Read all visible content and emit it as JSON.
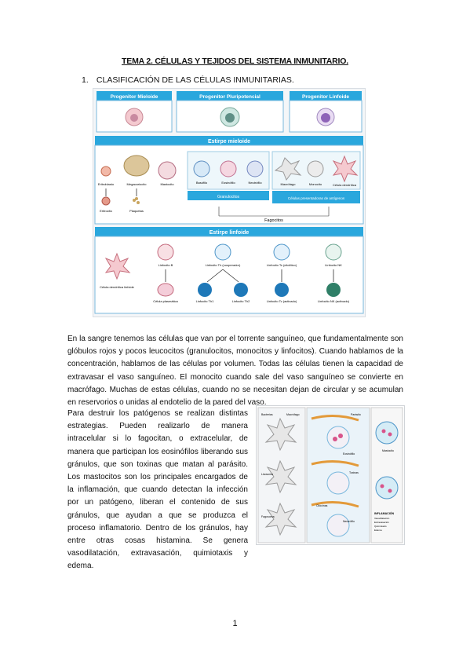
{
  "document": {
    "title": "TEMA 2. CÉLULAS Y TEJIDOS DEL SISTEMA INMUNITARIO.",
    "section_number": "1.",
    "section_title": "CLASIFICACIÓN DE LAS CÉLULAS INMUNITARIAS.",
    "paragraph1": "En la sangre tenemos las células que van por el torrente sanguíneo, que fundamentalmente son glóbulos rojos y pocos leucocitos (granulocitos, monocitos y linfocitos). Cuando hablamos de la concentración, hablamos de las células por volumen. Todas las células tienen la capacidad de extravasar el vaso sanguíneo. El monocito cuando sale del vaso sanguíneo se convierte en macrófago. Muchas de estas células, cuando no se necesitan dejan de circular y se acumulan en reservorios o unidas al endotelio de la pared del vaso.",
    "paragraph2": "Para destruir los patógenos se realizan distintas estrategias. Pueden realizarlo de manera intracelular si lo fagocitan, o extracelular, de manera que participan los eosinófilos liberando sus gránulos, que son toxinas que matan al parásito. Los mastocitos son los principales encargados de la inflamación, que cuando detectan la infección por un patógeno, liberan el contenido de sus gránulos, que ayudan a que se produzca el proceso inflamatorio. Dentro de los gránulos, hay entre otras cosas histamina. Se genera vasodilatación, extravasación, quimiotaxis y edema.",
    "page_number": "1"
  },
  "figure1": {
    "progenitors": [
      "Progenitor Mieloide",
      "Progenitor Pluripotencial",
      "Progenitor Linfoide"
    ],
    "myeloid_header": "Estirpe mieloide",
    "myeloid_cells": [
      "Eritroblasto",
      "Megacariocito",
      "Mastocito",
      "Basófilo",
      "Eosinófilo",
      "Neutrófilo",
      "Macrófago",
      "Monocito",
      "Célula dendrítica"
    ],
    "derived_cells": [
      "Eritrocito",
      "Plaquetas"
    ],
    "groups": [
      "Granulocitos",
      "Células presentadoras de antígenos",
      "Fagocitos"
    ],
    "lymphoid_header": "Estirpe linfoide",
    "lymphoid_cells": [
      "Célula dendrítica linfoide",
      "Linfocito B",
      "Linfocito Th (cooperador)",
      "Linfocito Tc (citolítico)",
      "Linfocito NK"
    ],
    "lymphoid_products": [
      "Célula plasmática",
      "Linfocito Th1",
      "Linfocito Th2",
      "Linfocito Tc (activado)",
      "Linfocito NK (activado)"
    ]
  },
  "figure2": {
    "labels": [
      "Bacterias",
      "Macrófago",
      "Parásito",
      "Eosinófilo",
      "Toxinas",
      "Mastocito",
      "Lisosoma",
      "Fagosoma",
      "Citocinas",
      "Neutrófilo",
      "INFLAMACIÓN",
      "Vasodilatación",
      "Extravasación",
      "Quimiotaxis",
      "Edema"
    ]
  },
  "colors": {
    "blue_header": "#2aa7dd",
    "blue_dark": "#1c6fa8",
    "border": "#7ab8dd"
  }
}
